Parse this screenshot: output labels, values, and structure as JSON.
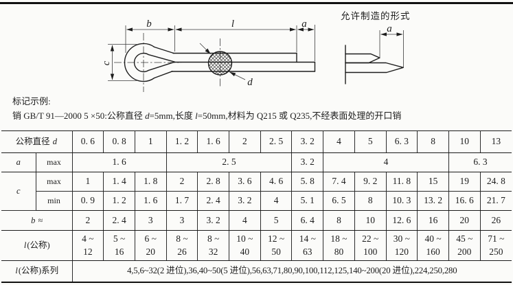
{
  "header": {
    "allowed_form_title": "允许制造的形式"
  },
  "drawing_labels": {
    "b": "b",
    "l": "l",
    "a": "a",
    "c": "c",
    "d": "d",
    "a_tip": "a"
  },
  "marking": {
    "title": "标记示例:",
    "segments": [
      {
        "text": "销 GB/T 91—2000 5 ×50:公称直径 ",
        "italic": false
      },
      {
        "text": "d",
        "italic": true
      },
      {
        "text": "=5mm,长度 ",
        "italic": false
      },
      {
        "text": "l",
        "italic": true
      },
      {
        "text": "=50mm,材料为 Q215 或 Q235,不经表面处理的开口销",
        "italic": false
      }
    ]
  },
  "table": {
    "rows": [
      {
        "name": "row-nominal-diameter",
        "height": 32,
        "cells": [
          {
            "text": "公称直径 |d|",
            "colspan": 2,
            "cls": "lab"
          },
          {
            "text": "0. 6"
          },
          {
            "text": "0. 8"
          },
          {
            "text": "1"
          },
          {
            "text": "1. 2"
          },
          {
            "text": "1. 6"
          },
          {
            "text": "2"
          },
          {
            "text": "2. 5"
          },
          {
            "text": "3. 2"
          },
          {
            "text": "4"
          },
          {
            "text": "5"
          },
          {
            "text": "6. 3"
          },
          {
            "text": "8"
          },
          {
            "text": "10"
          },
          {
            "text": "13"
          }
        ]
      },
      {
        "name": "row-a-max",
        "height": 28,
        "cells": [
          {
            "text": "|a|",
            "cls": "lab"
          },
          {
            "text": "max",
            "cls": "sub"
          },
          {
            "text": "1. 6",
            "colspan": 3
          },
          {
            "text": "2. 5",
            "colspan": 4
          },
          {
            "text": "3. 2"
          },
          {
            "text": "4",
            "colspan": 4
          },
          {
            "text": "6. 3",
            "colspan": 2
          }
        ]
      },
      {
        "name": "row-c-max",
        "height": 28,
        "cells": [
          {
            "text": "|c|",
            "rowspan": 2,
            "cls": "lab"
          },
          {
            "text": "max",
            "cls": "sub"
          },
          {
            "text": "1"
          },
          {
            "text": "1. 4"
          },
          {
            "text": "1. 8"
          },
          {
            "text": "2"
          },
          {
            "text": "2. 8"
          },
          {
            "text": "3. 6"
          },
          {
            "text": "4. 6"
          },
          {
            "text": "5. 8"
          },
          {
            "text": "7. 4"
          },
          {
            "text": "9. 2"
          },
          {
            "text": "11. 8"
          },
          {
            "text": "15"
          },
          {
            "text": "19"
          },
          {
            "text": "24. 8"
          }
        ]
      },
      {
        "name": "row-c-min",
        "height": 28,
        "cells": [
          {
            "text": "min",
            "cls": "sub"
          },
          {
            "text": "0. 9"
          },
          {
            "text": "1. 2"
          },
          {
            "text": "1. 6"
          },
          {
            "text": "1. 7"
          },
          {
            "text": "2. 4"
          },
          {
            "text": "3. 2"
          },
          {
            "text": "4"
          },
          {
            "text": "5. 1"
          },
          {
            "text": "6. 5"
          },
          {
            "text": "8"
          },
          {
            "text": "10. 3"
          },
          {
            "text": "13. 2"
          },
          {
            "text": "16. 6"
          },
          {
            "text": "21. 7"
          }
        ]
      },
      {
        "name": "row-b-approx",
        "height": 29,
        "cells": [
          {
            "text": "|b| ≈",
            "colspan": 2,
            "cls": "lab"
          },
          {
            "text": "2"
          },
          {
            "text": "2. 4"
          },
          {
            "text": "3"
          },
          {
            "text": "3"
          },
          {
            "text": "3. 2"
          },
          {
            "text": "4"
          },
          {
            "text": "5"
          },
          {
            "text": "6. 4"
          },
          {
            "text": "8"
          },
          {
            "text": "10"
          },
          {
            "text": "12. 6"
          },
          {
            "text": "16"
          },
          {
            "text": "20"
          },
          {
            "text": "26"
          }
        ]
      },
      {
        "name": "row-l-nominal-range",
        "height": 44,
        "cells": [
          {
            "text": "|l|(公称)",
            "colspan": 2,
            "cls": "lab"
          },
          {
            "text": "4 ~\n12"
          },
          {
            "text": "5 ~\n16"
          },
          {
            "text": "6 ~\n20"
          },
          {
            "text": "8 ~\n26"
          },
          {
            "text": "8 ~\n32"
          },
          {
            "text": "10 ~\n40"
          },
          {
            "text": "12 ~\n50"
          },
          {
            "text": "14 ~\n63"
          },
          {
            "text": "18 ~\n80"
          },
          {
            "text": "22 ~\n100"
          },
          {
            "text": "30 ~\n120"
          },
          {
            "text": "40 ~\n160"
          },
          {
            "text": "45 ~\n200"
          },
          {
            "text": "71 ~\n250"
          }
        ]
      },
      {
        "name": "row-l-nominal-series",
        "height": 31,
        "cells": [
          {
            "text": "|l|(公称)系列",
            "colspan": 2,
            "cls": "lab"
          },
          {
            "text": "4,5,6~32(2 进位),36,40~50(5 进位),56,63,71,80,90,100,112,125,140~200(20 进位),224,250,280",
            "colspan": 14,
            "cls": "series"
          }
        ]
      }
    ]
  }
}
